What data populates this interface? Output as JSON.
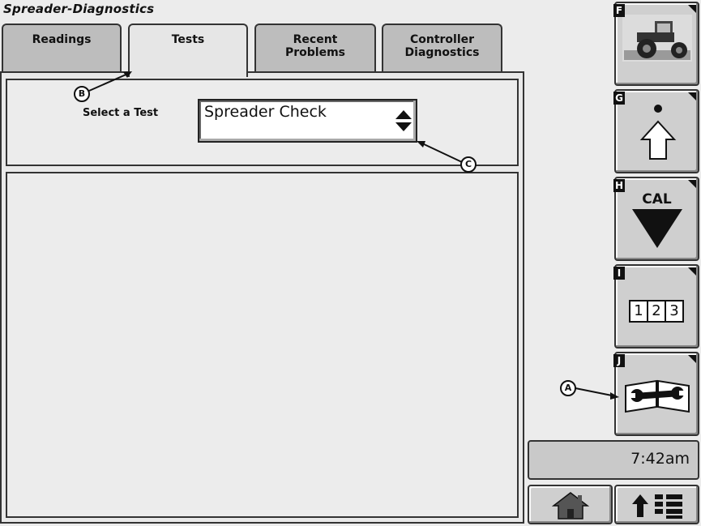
{
  "window": {
    "title": "Spreader-Diagnostics"
  },
  "tabs": [
    {
      "label": "Readings",
      "active": false
    },
    {
      "label": "Tests",
      "active": true
    },
    {
      "label": "Recent\nProblems",
      "active": false
    },
    {
      "label": "Controller\nDiagnostics",
      "active": false
    }
  ],
  "test_select": {
    "label": "Select a Test",
    "value": "Spreader Check"
  },
  "softkeys": [
    {
      "key": "F",
      "icon": "tractor-icon"
    },
    {
      "key": "G",
      "icon": "up-arrow-icon"
    },
    {
      "key": "H",
      "icon": "cal-down-icon",
      "label": "CAL"
    },
    {
      "key": "I",
      "icon": "numeric-keypad-icon",
      "digits": [
        "1",
        "2",
        "3"
      ]
    },
    {
      "key": "J",
      "icon": "diagnostics-book-wrench-icon"
    }
  ],
  "status": {
    "time": "7:42am"
  },
  "bottom_buttons": [
    {
      "icon": "home-icon"
    },
    {
      "icon": "menu-up-list-icon"
    }
  ],
  "callouts": [
    "A",
    "B",
    "C"
  ]
}
